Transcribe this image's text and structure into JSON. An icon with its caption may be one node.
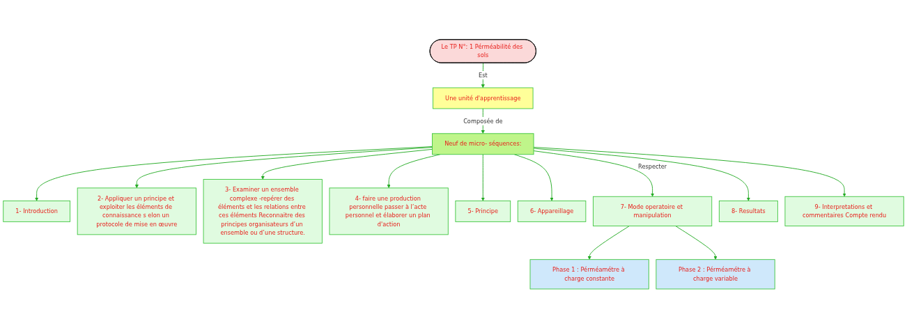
{
  "diagram": {
    "nodes": [
      {
        "text": [
          "Le TP N°: 1 Pérméabilité des sols"
        ]
      },
      {
        "text": [
          "Une unité d'apprentissage"
        ]
      },
      {
        "text": [
          "Neuf de micro- séquences:"
        ]
      },
      {
        "text": [
          "1- Introduction"
        ]
      },
      {
        "text": [
          "2- Appliquer un principe et exploiter les éléments de connaissance s elon un protocole de mise en œuvre"
        ]
      },
      {
        "text": [
          "3- Examiner un ensemble complexe -repérer des éléments et les relations entre ces éléments Reconnaitre des principes organisateurs d’un ensemble ou d’une structure."
        ]
      },
      {
        "text": [
          "4- faire une production personnelle passer à l’acte personnel et élaborer un plan d'action"
        ]
      },
      {
        "text": [
          "5- Principe"
        ]
      },
      {
        "text": [
          "6- Appareillage"
        ]
      },
      {
        "text": [
          "7- Mode operatoire et manipulation"
        ]
      },
      {
        "text": [
          "8- Resultats"
        ]
      },
      {
        "text": [
          "9- Interpretations et commentaires Compte rendu"
        ]
      },
      {
        "text": [
          "Phase 1 : Pérméamétre à charge constante"
        ]
      },
      {
        "text": [
          "Phase 2 : Pérméamétre à charge variable"
        ]
      }
    ],
    "edges": [
      {
        "from": 0,
        "to": 1,
        "arrow": "to",
        "label": "Est"
      },
      {
        "from": 1,
        "to": 2,
        "arrow": "to",
        "label": "Composée de"
      },
      {
        "from": 2,
        "to": 3,
        "arrow": "to"
      },
      {
        "from": 2,
        "to": 4,
        "arrow": "to"
      },
      {
        "from": 2,
        "to": 5,
        "arrow": "to"
      },
      {
        "from": 2,
        "to": 6,
        "arrow": "to"
      },
      {
        "from": 2,
        "to": 7,
        "arrow": "to"
      },
      {
        "from": 2,
        "to": 8,
        "arrow": "to"
      },
      {
        "from": 2,
        "to": 9,
        "arrow": "to",
        "label": "Respecter"
      },
      {
        "from": 2,
        "to": 10,
        "arrow": "to"
      },
      {
        "from": 2,
        "to": 11,
        "arrow": "to"
      },
      {
        "from": 9,
        "to": 12,
        "arrow": "to"
      },
      {
        "from": 9,
        "to": 13,
        "arrow": "to"
      }
    ]
  }
}
